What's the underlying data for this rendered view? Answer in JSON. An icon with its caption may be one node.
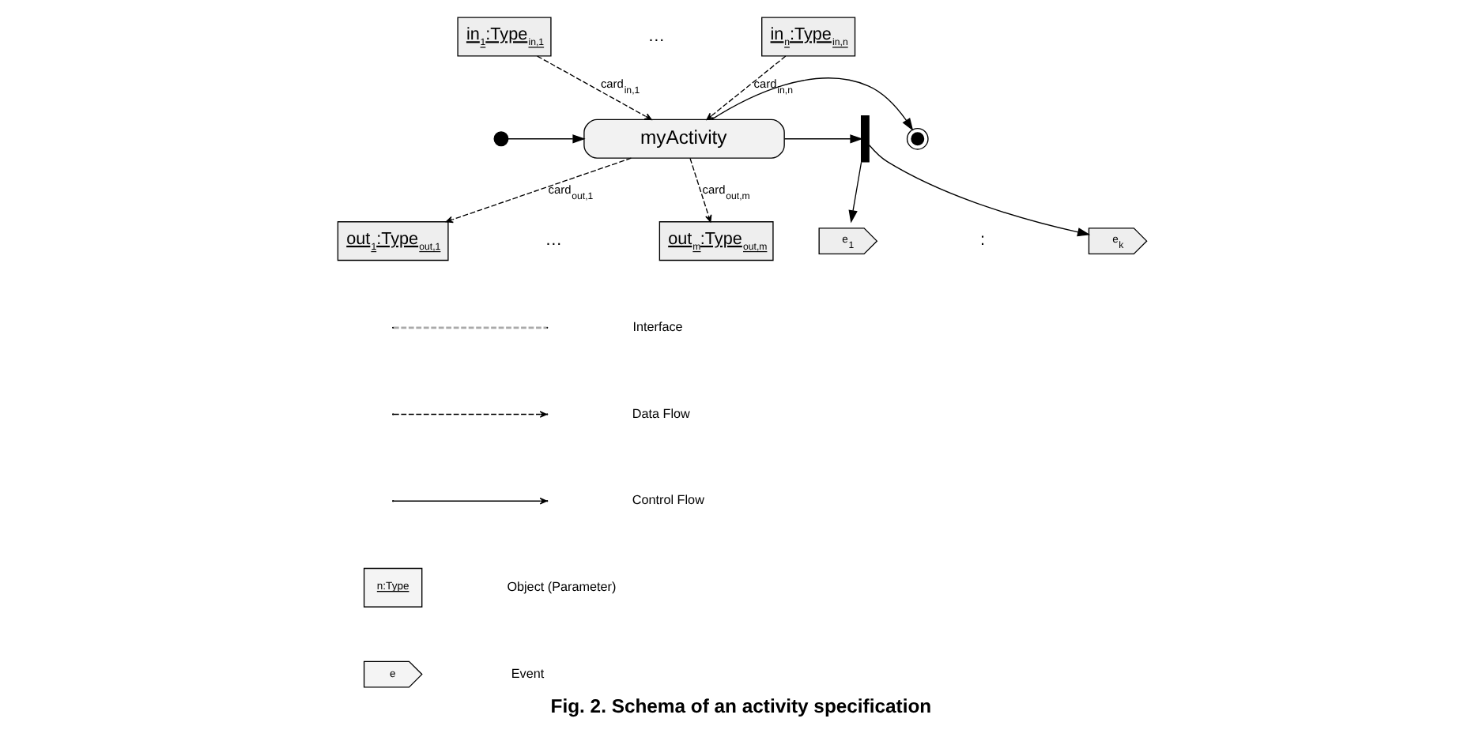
{
  "diagram": {
    "caption": "Fig. 2. Schema of an activity specification",
    "nodes": [
      {
        "text": [
          "in$_{1}$:Type$_{in,1}$"
        ]
      },
      {
        "text": [
          "in$_{n}$:Type$_{in,n}$"
        ]
      },
      {
        "text": [],
        "shape": "circle"
      },
      {
        "text": [
          "myActivity"
        ]
      },
      {
        "text": [],
        "shape": "circle"
      },
      {
        "text": [],
        "shape": "bar"
      },
      {
        "text": [
          "e$_{1}$"
        ]
      },
      {
        "text": [
          "e$_{k}$"
        ]
      },
      {
        "text": [
          "out$_{1}$:Type$_{out,1}$"
        ]
      },
      {
        "text": [
          "out$_{m}$:Type$_{out,m}$"
        ]
      }
    ],
    "edges": [
      {
        "from": 0,
        "to": 3,
        "arrow": "to",
        "style": "dashed",
        "label": "card$_{in,1}$"
      },
      {
        "from": 1,
        "to": 3,
        "arrow": "to",
        "style": "dashed",
        "label": "card$_{in,n}$"
      },
      {
        "from": 2,
        "to": 3,
        "arrow": "to"
      },
      {
        "from": 3,
        "to": 4,
        "arrow": "to"
      },
      {
        "from": 3,
        "to": 5,
        "arrow": "to"
      },
      {
        "from": 5,
        "to": 6,
        "arrow": "to"
      },
      {
        "from": 5,
        "to": 7,
        "arrow": "to"
      },
      {
        "from": 3,
        "to": 8,
        "arrow": "to",
        "style": "dashed",
        "label": "card$_{out,1}$"
      },
      {
        "from": 3,
        "to": 9,
        "arrow": "to",
        "style": "dashed",
        "label": "card$_{out,m}$"
      }
    ],
    "labels": [
      "…",
      "…",
      ":",
      "n:Type",
      "e"
    ],
    "legend": [
      {
        "text": "Interface"
      },
      {
        "text": "Data Flow"
      },
      {
        "text": "Control Flow"
      },
      {
        "text": "Object (Parameter)"
      },
      {
        "text": "Event"
      }
    ]
  }
}
